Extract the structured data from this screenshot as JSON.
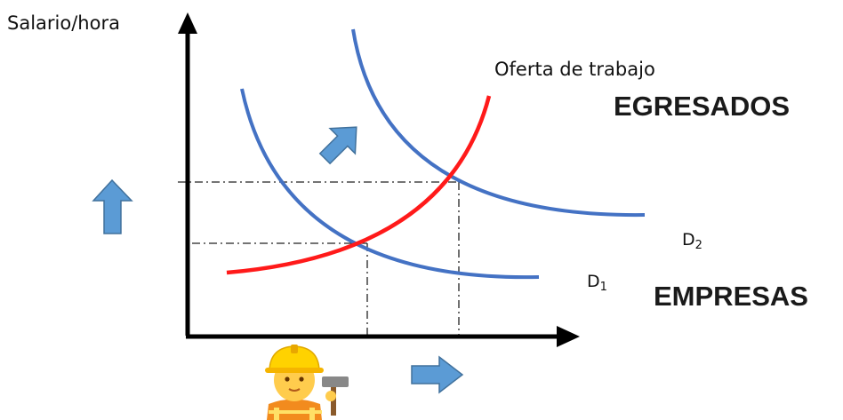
{
  "labels": {
    "y_axis": "Salario/hora",
    "supply": "Oferta de trabajo",
    "graduates": "EGRESADOS",
    "companies": "EMPRESAS",
    "d2_main": "D",
    "d2_sub": "2",
    "d1_main": "D",
    "d1_sub": "1"
  },
  "colors": {
    "axis": "#000000",
    "supply": "#ff1a1a",
    "demand": "#4472c4",
    "arrow_fill": "#5b9bd5",
    "arrow_stroke": "#41719c",
    "guide": "#222222"
  },
  "icons": [
    "arrow-up-icon",
    "arrow-diagonal-icon",
    "arrow-right-icon",
    "worker-icon"
  ]
}
